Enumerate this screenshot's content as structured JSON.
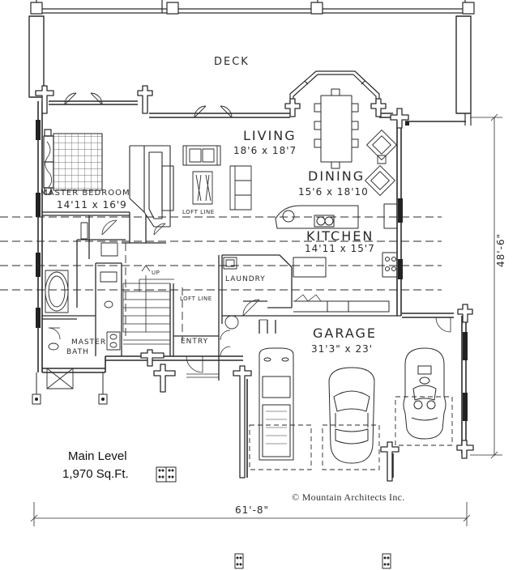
{
  "rooms": {
    "deck": "DECK",
    "living": {
      "name": "LIVING",
      "size": "18'6 x 18'7"
    },
    "dining": {
      "name": "DINING",
      "size": "15'6 x 18'10"
    },
    "master_bedroom": {
      "name": "MASTER BEDROOM",
      "size": "14'11 x 16'9"
    },
    "kitchen": {
      "name": "KITCHEN",
      "size": "14'11 x 15'7"
    },
    "laundry": "LAUNDRY",
    "entry": "ENTRY",
    "garage": {
      "name": "GARAGE",
      "size": "31'3\" x 23'"
    },
    "master_bath": {
      "line1": "MASTER",
      "line2": "BATH"
    }
  },
  "notes": {
    "loft_line_1": "LOFT LINE",
    "loft_line_2": "LOFT LINE",
    "up": "UP"
  },
  "dimensions": {
    "width": "61'-8\"",
    "depth": "48'-6\""
  },
  "caption": {
    "level": "Main Level",
    "area": "1,970  Sq.Ft."
  },
  "credit": "© Mountain Architects Inc.",
  "colors": {
    "line": "#2a2a2a",
    "background": "#ffffff"
  }
}
